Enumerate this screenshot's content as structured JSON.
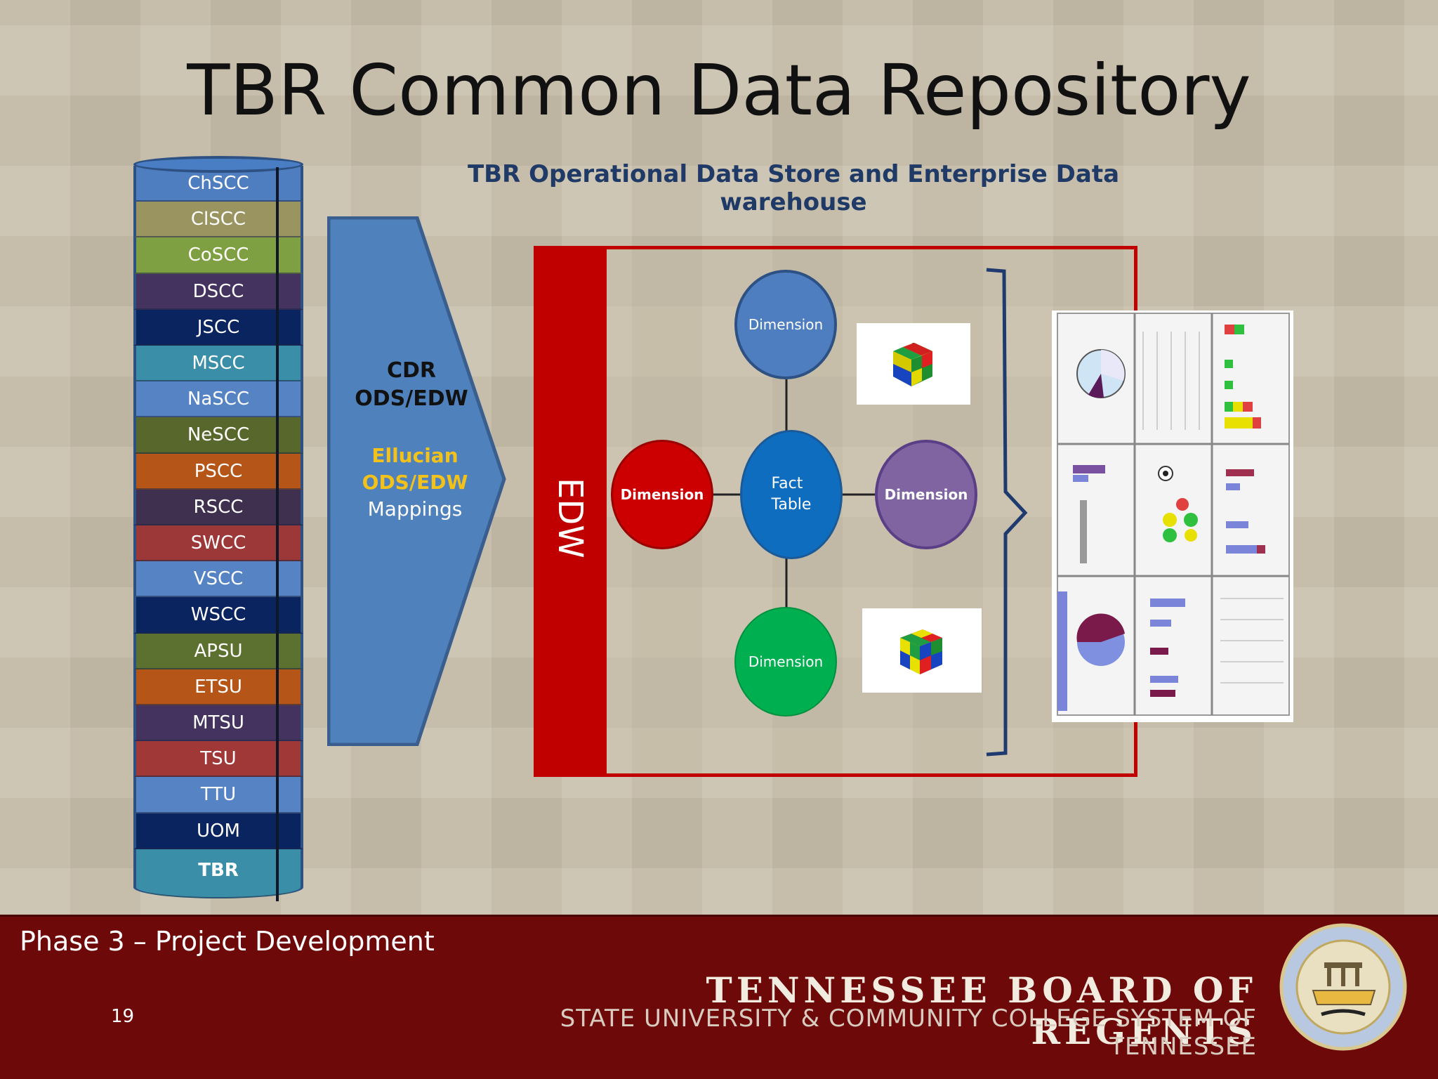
{
  "slide": {
    "title": "TBR Common Data Repository",
    "subtitle": "TBR Operational Data Store and Enterprise Data warehouse"
  },
  "cylinder": {
    "segments": [
      {
        "label": "ChSCC",
        "color": "#4f7ec0"
      },
      {
        "label": "ClSCC",
        "color": "#9a9560"
      },
      {
        "label": "CoSCC",
        "color": "#7fa042"
      },
      {
        "label": "DSCC",
        "color": "#44335f"
      },
      {
        "label": "JSCC",
        "color": "#0a2460"
      },
      {
        "label": "MSCC",
        "color": "#3b8ea8"
      },
      {
        "label": "NaSCC",
        "color": "#5583c4"
      },
      {
        "label": "NeSCC",
        "color": "#58682c"
      },
      {
        "label": "PSCC",
        "color": "#b55518"
      },
      {
        "label": "RSCC",
        "color": "#3f3050"
      },
      {
        "label": "SWCC",
        "color": "#9c3838"
      },
      {
        "label": "VSCC",
        "color": "#5583c4"
      },
      {
        "label": "WSCC",
        "color": "#0a2460"
      },
      {
        "label": "APSU",
        "color": "#5c7030"
      },
      {
        "label": "ETSU",
        "color": "#b55518"
      },
      {
        "label": "MTSU",
        "color": "#44335f"
      },
      {
        "label": "TSU",
        "color": "#a03838"
      },
      {
        "label": "TTU",
        "color": "#5583c4"
      },
      {
        "label": "UOM",
        "color": "#0a2460"
      },
      {
        "label": "TBR",
        "color": "#3b8ea8"
      }
    ]
  },
  "arrow": {
    "line1": "CDR",
    "line2": "ODS/EDW",
    "line3": "Ellucian",
    "line4": "ODS/EDW",
    "line5": "Mappings",
    "fill": "#4f81bd",
    "highlight": "#f2c21a"
  },
  "edw": {
    "label": "EDW",
    "fact_table_line1": "Fact",
    "fact_table_line2": "Table",
    "dimension_top": "Dimension",
    "dimension_left": "Dimension",
    "dimension_right": "Dimension",
    "dimension_bottom": "Dimension",
    "colors": {
      "red": "#c00000",
      "fact": "#0f6dc0",
      "top": "#4f7ec0",
      "left": "#cc0000",
      "right": "#8064a2",
      "bottom": "#00b050",
      "bracket": "#1f3a6e"
    }
  },
  "footer": {
    "phase": "Phase 3 – Project Development",
    "page": "19",
    "org_line1": "TENNESSEE BOARD OF REGENTS",
    "org_line2": "STATE UNIVERSITY & COMMUNITY COLLEGE SYSTEM OF TENNESSEE"
  }
}
